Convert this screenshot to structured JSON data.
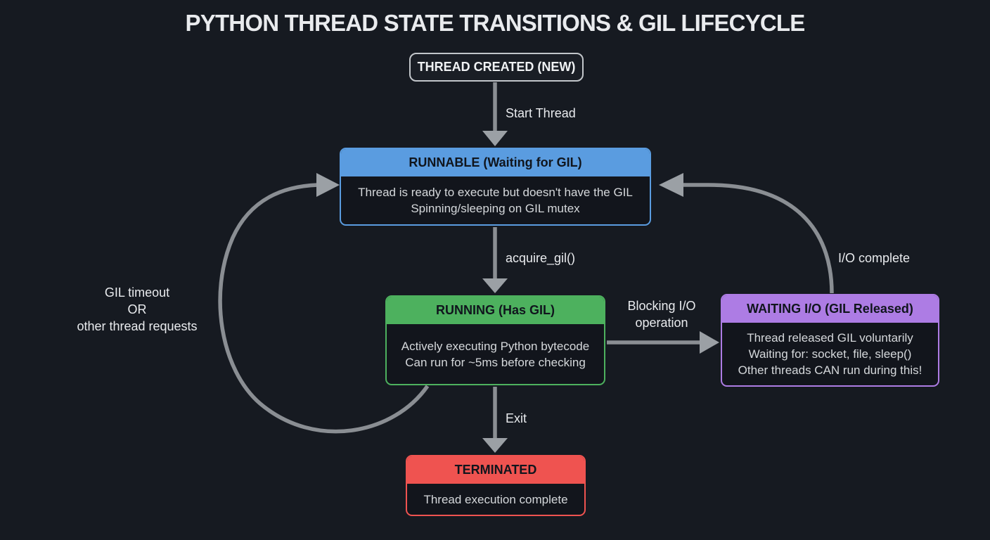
{
  "title": "PYTHON THREAD STATE TRANSITIONS & GIL LIFECYCLE",
  "colors": {
    "background": "#161a21",
    "arrow": "#8a8e93",
    "arrowhead": "#9ba0a5",
    "blue": "#5a9ce0",
    "green": "#4db15e",
    "purple": "#ad7ce4",
    "red": "#ef5350",
    "neutral_border": "#c2c6ca",
    "box_body_bg": "#12151c",
    "body_text": "#d5d8db"
  },
  "nodes": {
    "created": {
      "title": "THREAD CREATED (NEW)"
    },
    "runnable": {
      "title": "RUNNABLE (Waiting for GIL)",
      "lines": [
        "Thread is ready to execute but doesn't have the GIL",
        "Spinning/sleeping on GIL mutex"
      ]
    },
    "running": {
      "title": "RUNNING (Has GIL)",
      "lines": [
        "Actively executing Python bytecode",
        "Can run for ~5ms before checking"
      ]
    },
    "waiting": {
      "title": "WAITING I/O (GIL Released)",
      "lines": [
        "Thread released GIL voluntarily",
        "Waiting for: socket, file, sleep()",
        "Other threads CAN run during this!"
      ]
    },
    "terminated": {
      "title": "TERMINATED",
      "lines": [
        "Thread execution complete"
      ]
    }
  },
  "edges": {
    "start": "Start Thread",
    "acquire": "acquire_gil()",
    "blocking": [
      "Blocking I/O",
      "operation"
    ],
    "io_complete": "I/O complete",
    "gil_timeout": [
      "GIL timeout",
      "OR",
      "other thread requests"
    ],
    "exit": "Exit"
  }
}
